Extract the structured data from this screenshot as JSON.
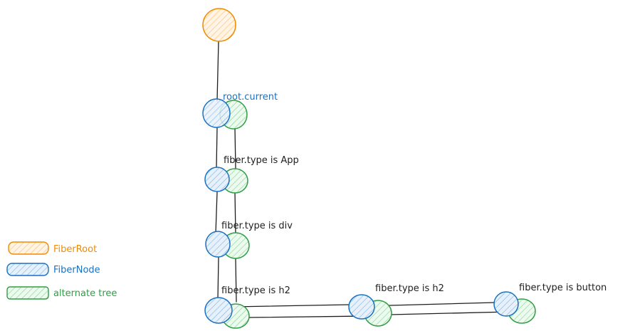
{
  "colors": {
    "fiber_root": "#f08c00",
    "fiber_node": "#1971c2",
    "alternate": "#2f9e44",
    "edge": "#1e1e1e",
    "label": "#1e1e1e"
  },
  "labels": {
    "root_current": "root.current",
    "app": "fiber.type is App",
    "div": "fiber.type is div",
    "h2_first": "fiber.type is h2",
    "h2_second": "fiber.type is h2",
    "button": "fiber.type is button"
  },
  "legend": {
    "fiber_root": "FiberRoot",
    "fiber_node": "FiberNode",
    "alternate": "alternate tree"
  }
}
